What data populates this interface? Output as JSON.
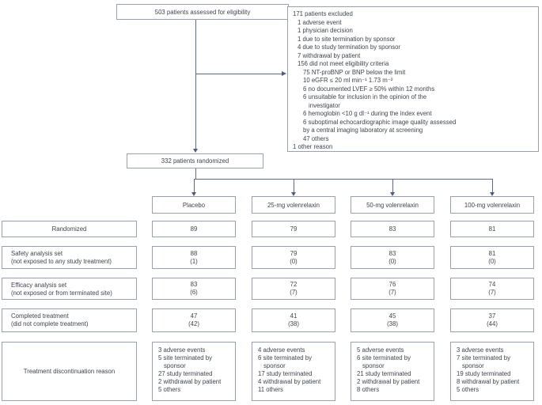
{
  "palette": {
    "box_border": "#97a1b2",
    "connector": "#5c6b89",
    "arrow": "#4e5d7d",
    "text": "#3f454e",
    "background": "#ffffff"
  },
  "flow": {
    "eligibility_label": "503 patients assessed for eligibility",
    "randomized_label": "332 patients randomized",
    "excluded_lines": [
      "171 patients excluded",
      "1 adverse event",
      "1 physician decision",
      "1 due to site termination by sponsor",
      "4 due to study termination by sponsor",
      "7 withdrawal by patient",
      "156 did not meet eligibility criteria",
      "75 NT-proBNP or BNP below the limit",
      "10 eGFR ≤ 20 ml min⁻¹ 1.73 m⁻²",
      "6 no documented LVEF ≥ 50% within 12 months",
      "6 unsuitable for inclusion in the opinion of the",
      "investigator",
      "6 hemoglobin <10 g dl⁻¹ during the index event",
      "6 suboptimal echocardiographic image quality assessed",
      "by a central imaging laboratory at screening",
      "47 others",
      "1 other reason"
    ],
    "arm_labels": [
      "Placebo",
      "25-mg volenrelaxin",
      "50-mg volenrelaxin",
      "100-mg volenrelaxin"
    ]
  },
  "rows": [
    {
      "label": "Randomized",
      "sublabel": "",
      "cells": [
        [
          "89"
        ],
        [
          "79"
        ],
        [
          "83"
        ],
        [
          "81"
        ]
      ]
    },
    {
      "label": "Safety analysis set",
      "sublabel": "(not exposed to any study treatment)",
      "cells": [
        [
          "88",
          "(1)"
        ],
        [
          "79",
          "(0)"
        ],
        [
          "83",
          "(0)"
        ],
        [
          "81",
          "(0)"
        ]
      ]
    },
    {
      "label": "Efficacy analysis set",
      "sublabel": "(not exposed or from terminated site)",
      "cells": [
        [
          "83",
          "(6)"
        ],
        [
          "72",
          "(7)"
        ],
        [
          "76",
          "(7)"
        ],
        [
          "74",
          "(7)"
        ]
      ]
    },
    {
      "label": "Completed treatment",
      "sublabel": "(did not complete treatment)",
      "cells": [
        [
          "47",
          "(42)"
        ],
        [
          "41",
          "(38)"
        ],
        [
          "45",
          "(38)"
        ],
        [
          "37",
          "(44)"
        ]
      ]
    },
    {
      "label": "Treatment discontinuation reason",
      "sublabel": "",
      "cells": [
        [
          "3 adverse events",
          "5 site terminated by sponsor",
          "27 study terminated",
          "2 withdrawal by patient",
          "5 others"
        ],
        [
          "4 adverse events",
          "6 site terminated by sponsor",
          "17 study terminated",
          "4 withdrawal by patient",
          "11 others"
        ],
        [
          "5 adverse events",
          "6 site terminated by sponsor",
          "21 study terminated",
          "2 withdrawal by patient",
          "8 others"
        ],
        [
          "3 adverse events",
          "7 site terminated by sponsor",
          "19 study terminated",
          "8 withdrawal by patient",
          "5 others"
        ]
      ]
    }
  ]
}
